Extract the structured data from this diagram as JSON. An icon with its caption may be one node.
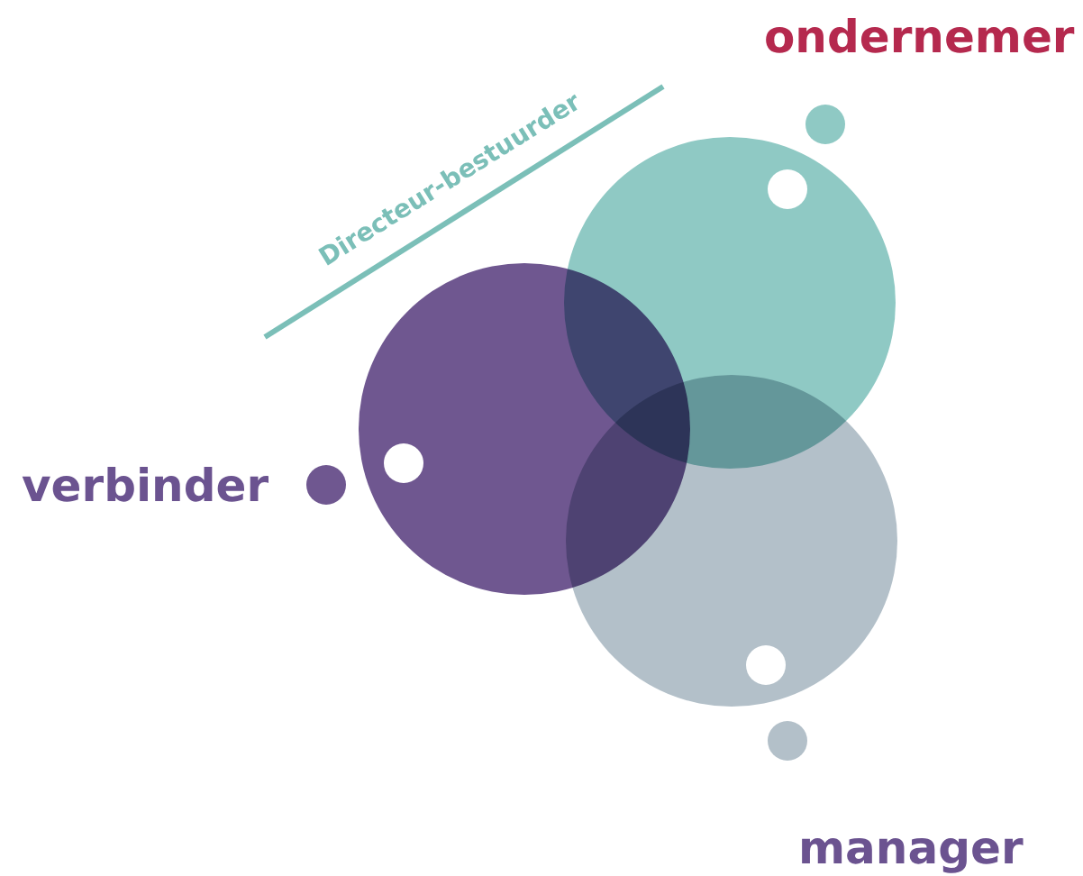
{
  "diagram": {
    "nodes": [
      {
        "text": [],
        "shape": "circle"
      },
      {
        "text": [],
        "shape": "circle"
      },
      {
        "text": [],
        "shape": "circle"
      }
    ],
    "labels": [
      "ondernemer",
      "Directeur-bestuurder",
      "verbinder",
      "manager"
    ]
  }
}
